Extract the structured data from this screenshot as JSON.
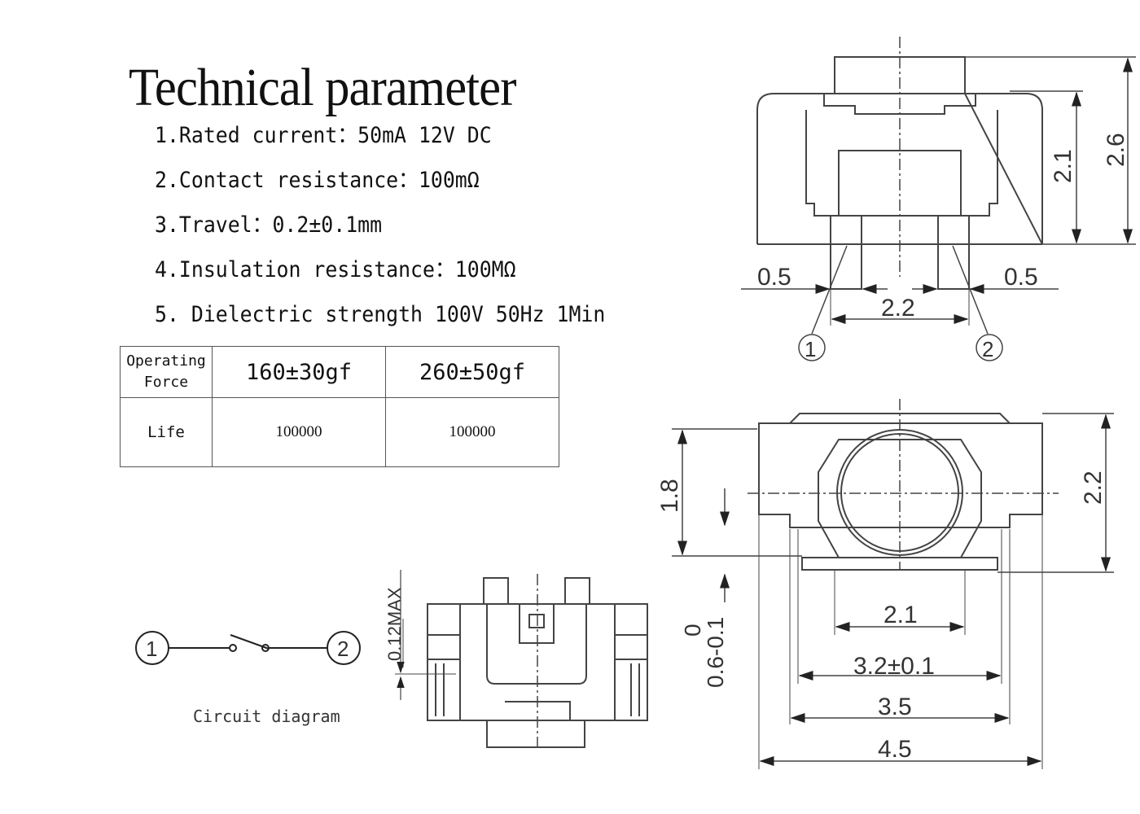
{
  "title": "Technical parameter",
  "parameters": [
    "1.Rated current：50mA 12V DC",
    "2.Contact resistance：100mΩ",
    "3.Travel：0.2±0.1mm",
    "4.Insulation resistance：100MΩ",
    "5. Dielectric strength 100V 50Hz 1Min"
  ],
  "table": {
    "row1_label_line1": "Operating",
    "row1_label_line2": "Force",
    "force_values": [
      "160±30gf",
      "260±50gf"
    ],
    "row2_label": "Life",
    "life_values": [
      "100000",
      "100000"
    ]
  },
  "front_view": {
    "dims": {
      "left_gap": "0.5",
      "right_gap": "0.5",
      "pin_pitch": "2.2",
      "body_height": "2.1",
      "total_height": "2.6"
    },
    "pins": [
      "1",
      "2"
    ]
  },
  "top_view": {
    "dims": {
      "left_height": "1.8",
      "right_height": "2.2",
      "offset_a": "0",
      "offset_b": "0.6-0.1",
      "button_dia": "2.1",
      "inner_width": "3.2±0.1",
      "body_width": "3.5",
      "total_width": "4.5"
    }
  },
  "side_view": {
    "dims": {
      "flatness": "0.12MAX"
    }
  },
  "circuit": {
    "pins": [
      "1",
      "2"
    ],
    "caption": "Circuit diagram"
  }
}
